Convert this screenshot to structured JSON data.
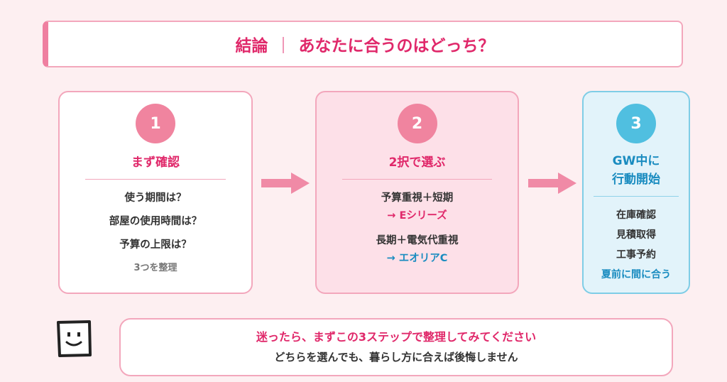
{
  "title": {
    "main": "結論",
    "separator": "｜",
    "question": "あなたに合うのはどっち？"
  },
  "steps": [
    {
      "number": "1",
      "title": "まず確認",
      "lines": [
        "使う期間は？",
        "部屋の使用時間は？",
        "予算の上限は？"
      ],
      "note": "3つを整理"
    },
    {
      "number": "2",
      "title": "2択で選ぶ",
      "option1": {
        "condition": "予算重視＋短期",
        "result": "→ Eシリーズ"
      },
      "option2": {
        "condition": "長期＋電気代重視",
        "result": "→ エオリアC"
      }
    },
    {
      "number": "3",
      "title_line1": "GW中に",
      "title_line2": "行動開始",
      "lines": [
        "在庫確認",
        "見積取得",
        "工事予約"
      ],
      "highlight": "夏前に間に合う"
    }
  ],
  "footer": {
    "line1": "迷ったら、まずこの3ステップで整理してみてください",
    "line2": "どちらを選んでも、暮らし方に合えば後悔しません"
  },
  "colors": {
    "pink_accent": "#e0286a",
    "pink_circle": "#f0849f",
    "blue_accent": "#1a8cc0",
    "blue_circle": "#50bfe0"
  }
}
